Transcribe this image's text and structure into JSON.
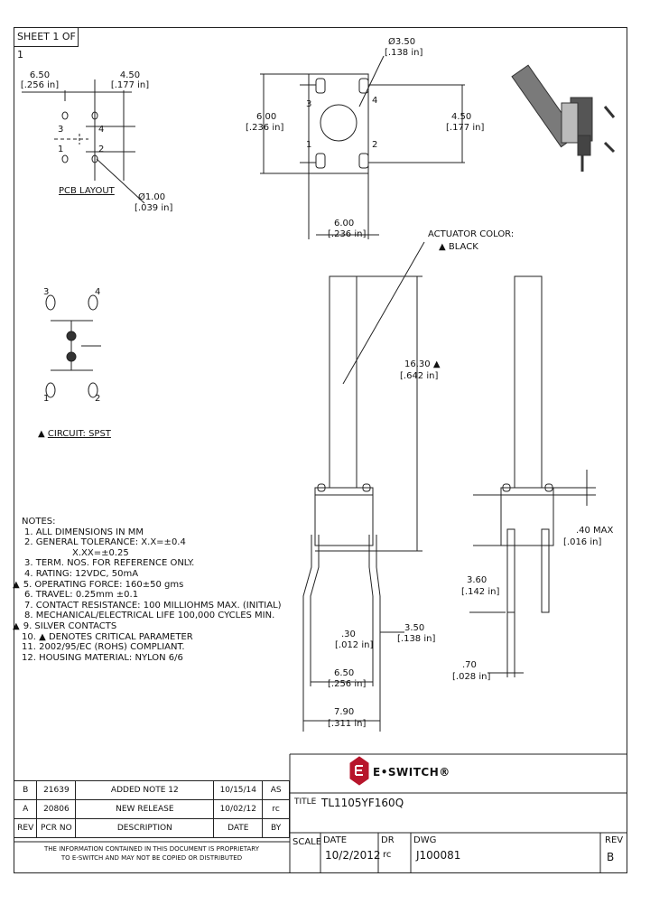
{
  "sheet": "SHEET 1 OF 1",
  "pcb_layout": {
    "dim_width": "6.50",
    "dim_width_in": "[.256 in]",
    "dim_pitch": "4.50",
    "dim_pitch_in": "[.177 in]",
    "pins": [
      "3",
      "4",
      "1",
      "2"
    ],
    "label": "PCB LAYOUT",
    "hole": "Ø1.00",
    "hole_in": "[.039 in]"
  },
  "top_view": {
    "actuator_dia": "Ø3.50",
    "actuator_dia_in": "[.138 in]",
    "height": "6.00",
    "height_in": "[.236 in]",
    "pitch": "4.50",
    "pitch_in": "[.177 in]",
    "width": "6.00",
    "width_in": "[.236 in]",
    "pins": [
      "3",
      "4",
      "1",
      "2"
    ]
  },
  "circuit": {
    "pins": [
      "3",
      "4",
      "1",
      "2"
    ],
    "label": "CIRCUIT: SPST"
  },
  "side_view": {
    "actuator_color_1": "ACTUATOR COLOR:",
    "actuator_color_2": "BLACK",
    "height": "16.30",
    "height_in": "[.642 in]",
    "lead_thick": ".30",
    "lead_thick_in": "[.012 in]",
    "lead_len": "3.50",
    "lead_len_in": "[.138 in]",
    "inner": "6.50",
    "inner_in": "[.256 in]",
    "outer": "7.90",
    "outer_in": "[.311 in]"
  },
  "end_view": {
    "max": ".40",
    "max_label": "MAX",
    "max_in": "[.016 in]",
    "lead_len": "3.60",
    "lead_len_in": "[.142 in]",
    "lead_w": ".70",
    "lead_w_in": "[.028 in]"
  },
  "notes": {
    "title": "NOTES:",
    "items": [
      "1. ALL DIMENSIONS IN MM",
      "2. GENERAL TOLERANCE: X.X=±0.4",
      "X.XX=±0.25",
      "3. TERM. NOS. FOR REFERENCE ONLY.",
      "4. RATING: 12VDC, 50mA",
      "5. OPERATING FORCE: 160±50 gms",
      "6. TRAVEL: 0.25mm ±0.1",
      "7. CONTACT RESISTANCE: 100 MILLIOHMS MAX. (INITIAL)",
      "8. MECHANICAL/ELECTRICAL LIFE 100,000 CYCLES MIN.",
      "9. SILVER CONTACTS",
      "10. ▲ DENOTES CRITICAL PARAMETER",
      "11. 2002/95/EC (ROHS) COMPLIANT.",
      "12. HOUSING MATERIAL: NYLON 6/6"
    ]
  },
  "revisions": {
    "rows": [
      [
        "B",
        "21639",
        "ADDED NOTE 12",
        "10/15/14",
        "AS"
      ],
      [
        "A",
        "20806",
        "NEW RELEASE",
        "10/02/12",
        "rc"
      ]
    ],
    "headers": [
      "REV",
      "PCR NO",
      "DESCRIPTION",
      "DATE",
      "BY"
    ],
    "proprietary_1": "THE INFORMATION CONTAINED IN THIS DOCUMENT IS PROPRIETARY",
    "proprietary_2": "TO E-SWITCH AND MAY NOT BE COPIED OR DISTRIBUTED"
  },
  "title_block": {
    "brand": "E•SWITCH®",
    "title_label": "TITLE",
    "title": "TL1105YF160Q",
    "scale_label": "SCALE",
    "date_label": "DATE",
    "date": "10/2/2012",
    "dr_label": "DR",
    "dr": "rc",
    "dwg_label": "DWG",
    "dwg": "J100081",
    "rev_label": "REV",
    "rev": "B"
  }
}
